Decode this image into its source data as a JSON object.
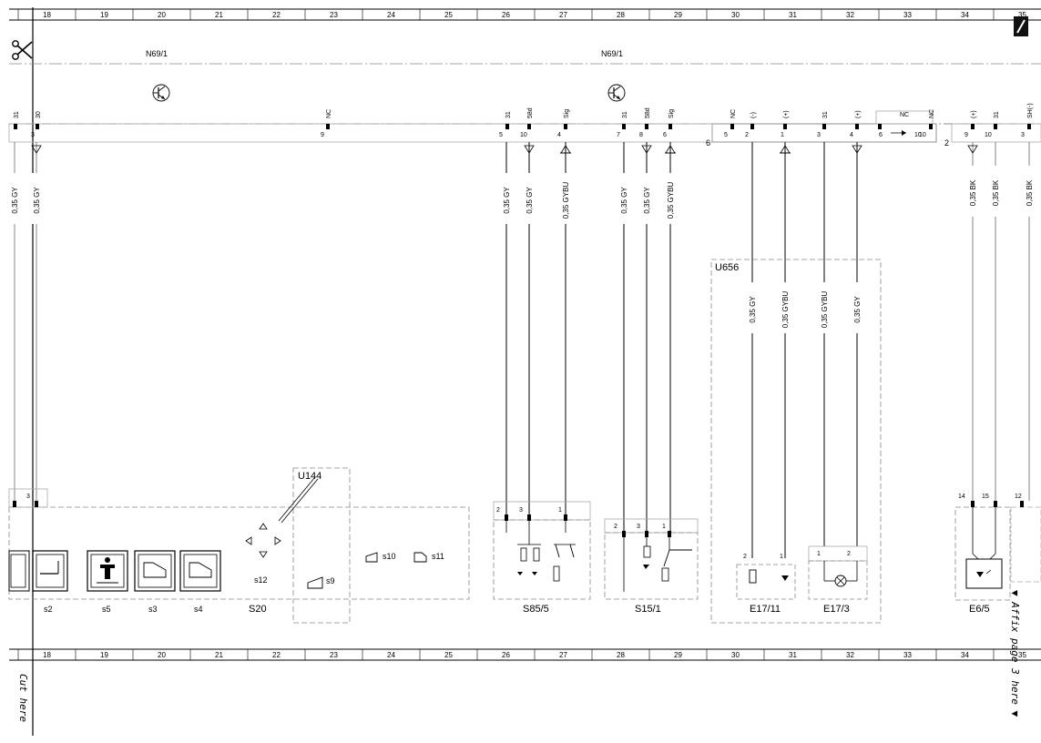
{
  "ruler": {
    "columns": [
      "18",
      "19",
      "20",
      "21",
      "22",
      "23",
      "24",
      "25",
      "26",
      "27",
      "28",
      "29",
      "30",
      "31",
      "32",
      "33",
      "34",
      "35"
    ]
  },
  "connectors": {
    "left_label": "N69/1",
    "right_label": "N69/1",
    "bar_pins": [
      {
        "term": "31",
        "pin": "3"
      },
      {
        "term": "30",
        "pin": ""
      },
      {
        "term": "NC",
        "pin": "9"
      },
      {
        "term": "31",
        "pin": "5"
      },
      {
        "term": "58d",
        "pin": "10"
      },
      {
        "term": "Sig",
        "pin": "4"
      },
      {
        "term": "31",
        "pin": "7"
      },
      {
        "term": "58d",
        "pin": "8"
      },
      {
        "term": "Sig",
        "pin": "6"
      },
      {
        "term": "NC",
        "pin": "5"
      },
      {
        "term": "(-)",
        "pin": "2"
      },
      {
        "term": "(+)",
        "pin": "1"
      },
      {
        "term": "31",
        "pin": "3"
      },
      {
        "term": "(+)",
        "pin": "4"
      },
      {
        "term": "NC",
        "pin": "6"
      },
      {
        "term": "",
        "pin": "10"
      },
      {
        "term": "(+)",
        "pin": "9"
      },
      {
        "term": "31",
        "pin": "10"
      },
      {
        "term": "SH(-)",
        "pin": "3"
      }
    ],
    "bar_group_pins": [
      "6",
      "2"
    ]
  },
  "wires": [
    "0,35 GY",
    "0,35 GY",
    "0,35 GY",
    "0,35 GY",
    "0,35 GYBU",
    "0,35 GY",
    "0,35 GY",
    "0,35 GYBU",
    "0,35 GY",
    "0,35 GYBU",
    "0,35 GYBU",
    "0,35 GY",
    "0,35 BK",
    "0,35 BK",
    "0,35 BK"
  ],
  "components": {
    "S20": {
      "label": "S20",
      "lower_pin": "3",
      "switch_labels": [
        "s2",
        "s5",
        "s3",
        "s4",
        "s12",
        "s9",
        "s10",
        "s11"
      ]
    },
    "U144": {
      "label": "U144"
    },
    "S85_5": {
      "label": "S85/5",
      "pins": [
        "2",
        "3",
        "1"
      ]
    },
    "S15_1": {
      "label": "S15/1",
      "pins": [
        "2",
        "3",
        "1"
      ]
    },
    "U656": {
      "label": "U656"
    },
    "E17_11": {
      "label": "E17/11",
      "pins": [
        "2",
        "1"
      ]
    },
    "E17_3": {
      "label": "E17/3",
      "pins": [
        "1",
        "2"
      ]
    },
    "E6_5": {
      "label": "E6/5",
      "pins": [
        "14",
        "15",
        "12"
      ]
    }
  },
  "notes": {
    "cut_here": "Cut here",
    "affix": "▼ Affix page 3 here ▼"
  }
}
